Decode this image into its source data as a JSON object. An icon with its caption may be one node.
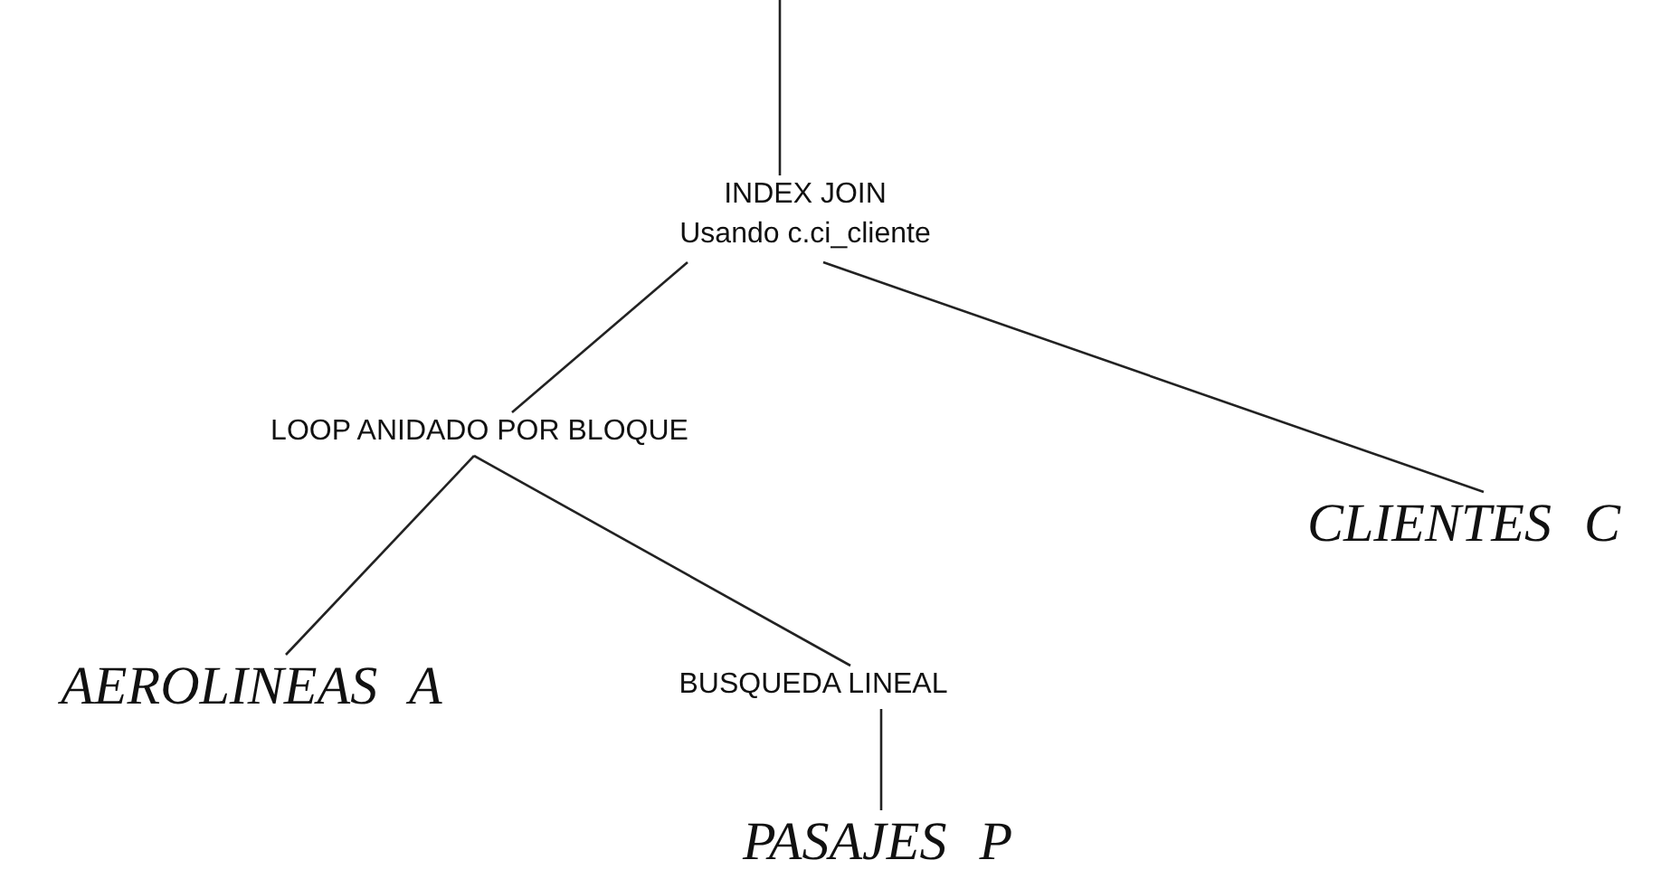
{
  "diagram": {
    "nodes": [
      {
        "text": [
          "INDEX JOIN",
          "Usando c.ci_cliente"
        ]
      },
      {
        "text": [
          "LOOP ANIDADO POR BLOQUE"
        ]
      },
      {
        "text": [
          "CLIENTES C"
        ]
      },
      {
        "text": [
          "AEROLINEAS A"
        ]
      },
      {
        "text": [
          "BUSQUEDA LINEAL"
        ]
      },
      {
        "text": [
          "PASAJES P"
        ]
      }
    ],
    "edges": [
      {
        "from": null,
        "to": 0,
        "arrow": "none"
      },
      {
        "from": 0,
        "to": 1,
        "arrow": "none"
      },
      {
        "from": 0,
        "to": 2,
        "arrow": "none"
      },
      {
        "from": 1,
        "to": 3,
        "arrow": "none"
      },
      {
        "from": 1,
        "to": 4,
        "arrow": "none"
      },
      {
        "from": 4,
        "to": 5,
        "arrow": "none"
      }
    ]
  }
}
